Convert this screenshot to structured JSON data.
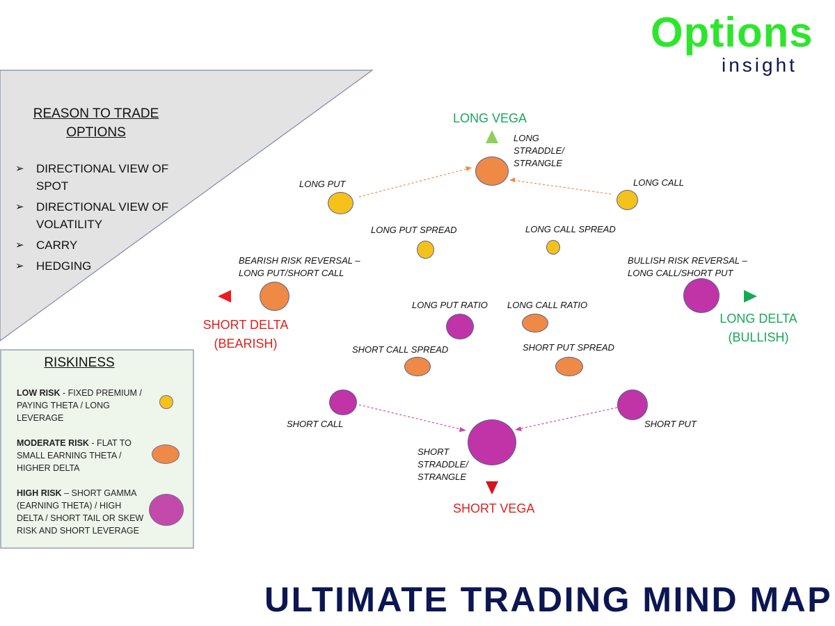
{
  "logo": {
    "name": "Options",
    "tagline": "insight",
    "name_color": "#2ee52e",
    "tagline_color": "#0b1652"
  },
  "reasons": {
    "title": "REASON TO TRADE OPTIONS",
    "items": [
      "DIRECTIONAL VIEW OF SPOT",
      "DIRECTIONAL VIEW OF VOLATILITY",
      "CARRY",
      "HEDGING"
    ]
  },
  "riskiness": {
    "title": "RISKINESS",
    "levels": [
      {
        "name": "LOW RISK",
        "description": "- FIXED PREMIUM / PAYING THETA / LONG LEVERAGE",
        "color": "#f5c21b"
      },
      {
        "name": "MODERATE RISK",
        "description": "- FLAT TO SMALL EARNING THETA / HIGHER DELTA",
        "color": "#ee8a45"
      },
      {
        "name": "HIGH RISK",
        "description": "– SHORT GAMMA (EARNING THETA) / HIGH DELTA / SHORT TAIL OR SKEW RISK AND SHORT LEVERAGE",
        "color": "#c34aaa"
      }
    ]
  },
  "axes": {
    "up": {
      "label": "LONG VEGA",
      "color": "#19a65b"
    },
    "down": {
      "label": "SHORT VEGA",
      "color": "#e0201e"
    },
    "left": {
      "label": "SHORT DELTA (BEARISH)",
      "color": "#e0201e"
    },
    "right": {
      "label": "LONG DELTA (BULLISH)",
      "color": "#19a65b"
    }
  },
  "strategies": {
    "long_straddle": {
      "label": "LONG STRADDLE/ STRANGLE",
      "risk": "moderate"
    },
    "long_put": {
      "label": "LONG PUT",
      "risk": "low"
    },
    "long_call": {
      "label": "LONG CALL",
      "risk": "low"
    },
    "long_put_spread": {
      "label": "LONG PUT SPREAD",
      "risk": "low"
    },
    "long_call_spread": {
      "label": "LONG CALL SPREAD",
      "risk": "low"
    },
    "bearish_rr": {
      "label": "BEARISH RISK REVERSAL – LONG PUT/SHORT CALL",
      "risk": "moderate"
    },
    "bullish_rr": {
      "label": "BULLISH RISK REVERSAL – LONG CALL/SHORT PUT",
      "risk": "high"
    },
    "long_put_ratio": {
      "label": "LONG PUT RATIO",
      "risk": "high"
    },
    "long_call_ratio": {
      "label": "LONG CALL RATIO",
      "risk": "moderate"
    },
    "short_call_spread": {
      "label": "SHORT CALL SPREAD",
      "risk": "moderate"
    },
    "short_put_spread": {
      "label": "SHORT PUT SPREAD",
      "risk": "moderate"
    },
    "short_call": {
      "label": "SHORT CALL",
      "risk": "high"
    },
    "short_put": {
      "label": "SHORT PUT",
      "risk": "high"
    },
    "short_straddle": {
      "label": "SHORT STRADDLE/ STRANGLE",
      "risk": "high"
    }
  },
  "title": "ULTIMATE TRADING MIND MAP"
}
